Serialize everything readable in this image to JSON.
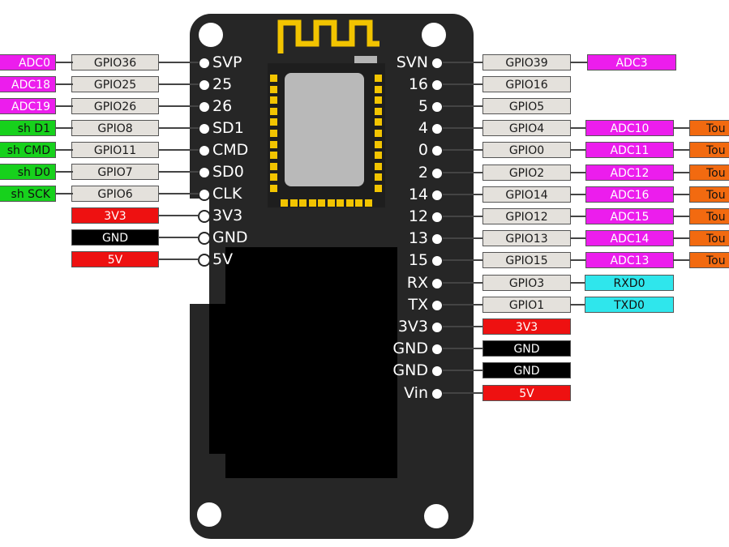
{
  "left_pins": [
    {
      "pin": "SVP",
      "gpio": "GPIO36",
      "func": "ADC0",
      "type": "adc"
    },
    {
      "pin": "25",
      "gpio": "GPIO25",
      "func": "ADC18",
      "type": "adc"
    },
    {
      "pin": "26",
      "gpio": "GPIO26",
      "func": "ADC19",
      "type": "adc"
    },
    {
      "pin": "SD1",
      "gpio": "GPIO8",
      "func": "sh D1",
      "type": "flash"
    },
    {
      "pin": "CMD",
      "gpio": "GPIO11",
      "func": "sh CMD",
      "type": "flash"
    },
    {
      "pin": "SD0",
      "gpio": "GPIO7",
      "func": "sh D0",
      "type": "flash"
    },
    {
      "pin": "CLK",
      "gpio": "GPIO6",
      "func": "sh SCK",
      "type": "flash"
    },
    {
      "pin": "3V3",
      "power": "3V3",
      "type": "pwr"
    },
    {
      "pin": "GND",
      "power": "GND",
      "type": "gnd"
    },
    {
      "pin": "5V",
      "power": "5V",
      "type": "pwr"
    }
  ],
  "right_pins": [
    {
      "pin": "SVN",
      "gpio": "GPIO39",
      "adc": "ADC3",
      "touch": ""
    },
    {
      "pin": "16",
      "gpio": "GPIO16",
      "adc": "",
      "touch": ""
    },
    {
      "pin": "5",
      "gpio": "GPIO5",
      "adc": "",
      "touch": ""
    },
    {
      "pin": "4",
      "gpio": "GPIO4",
      "adc": "ADC10",
      "touch": "Tou"
    },
    {
      "pin": "0",
      "gpio": "GPIO0",
      "adc": "ADC11",
      "touch": "Tou"
    },
    {
      "pin": "2",
      "gpio": "GPIO2",
      "adc": "ADC12",
      "touch": "Tou"
    },
    {
      "pin": "14",
      "gpio": "GPIO14",
      "adc": "ADC16",
      "touch": "Tou"
    },
    {
      "pin": "12",
      "gpio": "GPIO12",
      "adc": "ADC15",
      "touch": "Tou"
    },
    {
      "pin": "13",
      "gpio": "GPIO13",
      "adc": "ADC14",
      "touch": "Tou"
    },
    {
      "pin": "15",
      "gpio": "GPIO15",
      "adc": "ADC13",
      "touch": "Tou"
    },
    {
      "pin": "RX",
      "gpio": "GPIO3",
      "uart": "RXD0"
    },
    {
      "pin": "TX",
      "gpio": "GPIO1",
      "uart": "TXD0"
    },
    {
      "pin": "3V3",
      "power": "3V3",
      "type": "pwr"
    },
    {
      "pin": "GND",
      "power": "GND",
      "type": "gnd"
    },
    {
      "pin": "GND",
      "power": "GND",
      "type": "gnd"
    },
    {
      "pin": "Vin",
      "power": "5V",
      "type": "pwr"
    }
  ],
  "colors": {
    "board": "#262626",
    "gpio_tag": "#e4e1dc",
    "adc_tag": "#ec1ded",
    "flash_tag": "#17d11c",
    "touch_tag": "#f26a10",
    "uart_tag": "#2fe6ec",
    "power_tag": "#ee1111",
    "ground_tag": "#000000",
    "antenna": "#f2c400"
  }
}
